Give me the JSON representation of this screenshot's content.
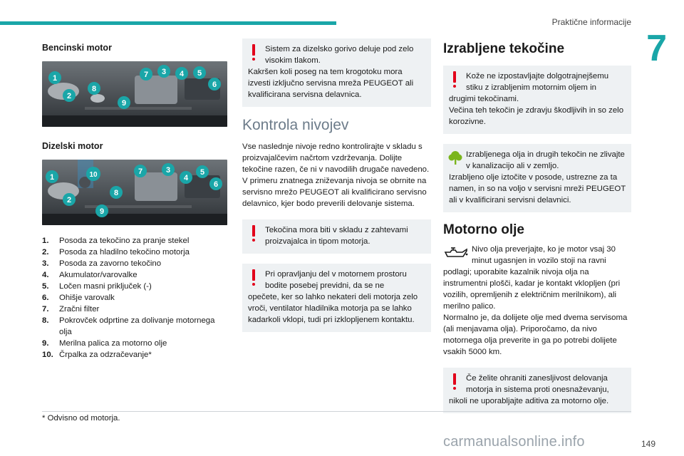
{
  "header": {
    "section_title": "Praktične informacije",
    "chapter": "7",
    "accent": "#1aa6a8"
  },
  "left": {
    "petrol_title": "Bencinski motor",
    "diesel_title": "Dizelski motor",
    "petrol_callouts": [
      "1",
      "2",
      "8",
      "9",
      "7",
      "3",
      "4",
      "5",
      "6"
    ],
    "diesel_callouts": [
      "1",
      "2",
      "10",
      "8",
      "9",
      "7",
      "3",
      "4",
      "5",
      "6"
    ],
    "parts": [
      {
        "num": "1.",
        "text": "Posoda za tekočino za pranje stekel"
      },
      {
        "num": "2.",
        "text": "Posoda za hladilno tekočino motorja"
      },
      {
        "num": "3.",
        "text": "Posoda za zavorno tekočino"
      },
      {
        "num": "4.",
        "text": "Akumulator/varovalke"
      },
      {
        "num": "5.",
        "text": "Ločen masni priključek (-)"
      },
      {
        "num": "6.",
        "text": "Ohišje varovalk"
      },
      {
        "num": "7.",
        "text": "Zračni filter"
      },
      {
        "num": "8.",
        "text": "Pokrovček odprtine za dolivanje motornega olja"
      },
      {
        "num": "9.",
        "text": "Merilna palica za motorno olje"
      },
      {
        "num": "10.",
        "text": "Črpalka za odzračevanje*"
      }
    ]
  },
  "middle": {
    "warning1_first": "Sistem za dizelsko gorivo deluje pod zelo visokim tlakom.",
    "warning1_rest": "Kakršen koli poseg na tem krogotoku mora izvesti izključno servisna mreža PEUGEOT ali kvalificirana servisna delavnica.",
    "level_title": "Kontrola nivojev",
    "level_para1": "Vse naslednje nivoje redno kontrolirajte v skladu s proizvajalčevim načrtom vzdrževanja. Dolijte tekočine razen, če ni v navodilih drugače navedeno.",
    "level_para2": "V primeru znatnega zniževanja nivoja se obrnite na servisno mrežo PEUGEOT ali kvalificirano servisno delavnico, kjer bodo preverili delovanje sistema.",
    "warning2_first": "Tekočina mora biti v skladu z zahtevami proizvajalca in tipom motorja.",
    "warning3_first": "Pri opravljanju del v motornem prostoru bodite posebej previdni, da se ne",
    "warning3_rest": "opečete, ker so lahko nekateri deli motorja zelo vroči, ventilator hladilnika motorja pa se lahko kadarkoli vklopi, tudi pri izklopljenem kontaktu."
  },
  "right": {
    "used_title": "Izrabljene tekočine",
    "warning_first": "Kože ne izpostavljajte dolgotrajnejšemu stiku z izrabljenim motornim oljem in",
    "warning_rest": "drugimi tekočinami.",
    "warning_rest2": "Večina teh tekočin je zdravju škodljivih in so zelo korozivne.",
    "eco_first": "Izrabljenega olja in drugih tekočin ne zlivajte v kanalizacijo ali v zemljo.",
    "eco_rest": "Izrabljeno olje iztočite v posode, ustrezne za ta namen, in so na voljo v servisni mreži PEUGEOT ali v kvalificirani servisni delavnici.",
    "oil_title": "Motorno olje",
    "oil_first": "Nivo olja preverjajte, ko je motor vsaj 30 minut ugasnjen in vozilo stoji na ravni",
    "oil_rest": "podlagi; uporabite kazalnik nivoja olja na instrumentni plošči, kadar je kontakt vklopljen (pri vozilih, opremljenih z električnim merilnikom), ali merilno palico.",
    "oil_para2": "Normalno je, da dolijete olje med dvema servisoma (ali menjavama olja). Priporočamo, da nivo motornega olja preverite in ga po potrebi dolijete vsakih 5000 km.",
    "final_first": "Če želite ohraniti zanesljivost delovanja motorja in sistema proti onesnaževanju,",
    "final_rest": "nikoli ne uporabljajte aditiva za motorno olje."
  },
  "footer": {
    "footnote": "* Odvisno od motorja.",
    "page_number": "149",
    "watermark": "carmanualsonline.info"
  },
  "colors": {
    "warning_red": "#e2001a",
    "box_bg": "#eef1f3",
    "eco_green": "#7ab51d"
  }
}
